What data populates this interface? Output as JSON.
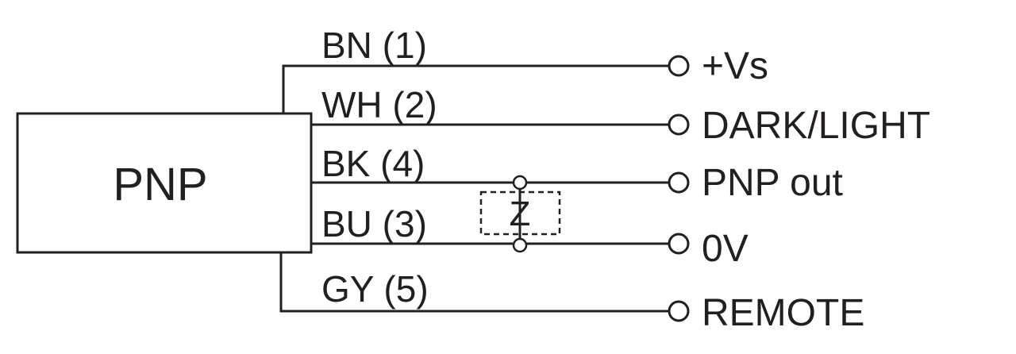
{
  "block": {
    "label": "PNP"
  },
  "load": {
    "label": "Z"
  },
  "wires": [
    {
      "code": "BN (1)",
      "terminal": "+Vs"
    },
    {
      "code": "WH (2)",
      "terminal": "DARK/LIGHT"
    },
    {
      "code": "BK (4)",
      "terminal": "PNP out"
    },
    {
      "code": "BU (3)",
      "terminal": "0V"
    },
    {
      "code": "GY (5)",
      "terminal": "REMOTE"
    }
  ],
  "colors": {
    "line": "#231f20",
    "background": "#ffffff"
  }
}
